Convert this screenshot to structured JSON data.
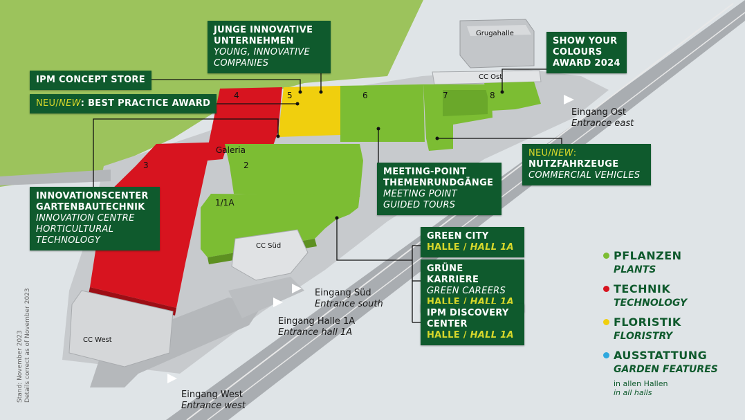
{
  "colors": {
    "pflanzen": "#7cbd33",
    "technik": "#d7141f",
    "floristik": "#f0cf0e",
    "ausstattung": "#2fa8de",
    "box_bg": "#0f5a2d",
    "highlight": "#d8d82b",
    "grass": "#9cc35c"
  },
  "halls": {
    "h1": "1/1A",
    "h2": "2",
    "h3": "3",
    "h4": "4",
    "h5": "5",
    "h6": "6",
    "h7": "7",
    "h8": "8",
    "galeria": "Galeria",
    "cc_ost": "CC Ost",
    "cc_west": "CC West",
    "cc_sued": "CC Süd",
    "grugahalle": "Grugahalle"
  },
  "boxes": {
    "junge": {
      "l1": "JUNGE INNOVATIVE",
      "l2": "UNTERNEHMEN",
      "l3": "YOUNG, INNOVATIVE",
      "l4": "COMPANIES"
    },
    "concept": {
      "l1": "IPM CONCEPT STORE"
    },
    "best": {
      "neu": "NEU/",
      "new": "NEW",
      "rest": ": BEST PRACTICE AWARD"
    },
    "show": {
      "l1": "SHOW YOUR",
      "l2": "COLOURS",
      "l3": "AWARD 2024"
    },
    "nutz": {
      "neu": "NEU/",
      "new": "NEW",
      "colon": ":",
      "l2": "NUTZFAHRZEUGE",
      "l3": "COMMERCIAL VEHICLES"
    },
    "meeting": {
      "l1": "MEETING-POINT",
      "l2": "THEMENRUNDGÄNGE",
      "l3": "MEETING POINT",
      "l4": "GUIDED TOURS"
    },
    "innov": {
      "l1": "INNOVATIONSCENTER",
      "l2": "GARTENBAUTECHNIK",
      "l3": "INNOVATION CENTRE",
      "l4": "HORTICULTURAL",
      "l5": "TECHNOLOGY"
    },
    "green_city": {
      "l1": "GREEN CITY",
      "halle": "HALLE / ",
      "hall": "HALL 1A"
    },
    "gruene": {
      "l1": "GRÜNE KARRIERE",
      "l2": "GREEN CAREERS",
      "halle": "HALLE / ",
      "hall": "HALL 1A"
    },
    "discovery": {
      "l1": "IPM DISCOVERY",
      "l2": "CENTER",
      "halle": "HALLE / ",
      "hall": "HALL 1A"
    }
  },
  "entrances": {
    "ost": {
      "de": "Eingang Ost",
      "en": "Entrance east"
    },
    "sued": {
      "de": "Eingang Süd",
      "en": "Entrance south"
    },
    "halle1a": {
      "de": "Eingang Halle 1A",
      "en": "Entrance hall 1A"
    },
    "west": {
      "de": "Eingang West",
      "en": "Entrance west"
    }
  },
  "legend": {
    "pflanzen": {
      "de": "PFLANZEN",
      "en": "PLANTS"
    },
    "technik": {
      "de": "TECHNIK",
      "en": "TECHNOLOGY"
    },
    "floristik": {
      "de": "FLORISTIK",
      "en": "FLORISTRY"
    },
    "ausstattung": {
      "de": "AUSSTATTUNG",
      "en": "GARDEN FEATURES"
    },
    "note_de": "in allen Hallen",
    "note_en": "in all halls"
  },
  "stand": {
    "de": "Stand: November 2023",
    "en": "Details correct as of November 2023"
  }
}
